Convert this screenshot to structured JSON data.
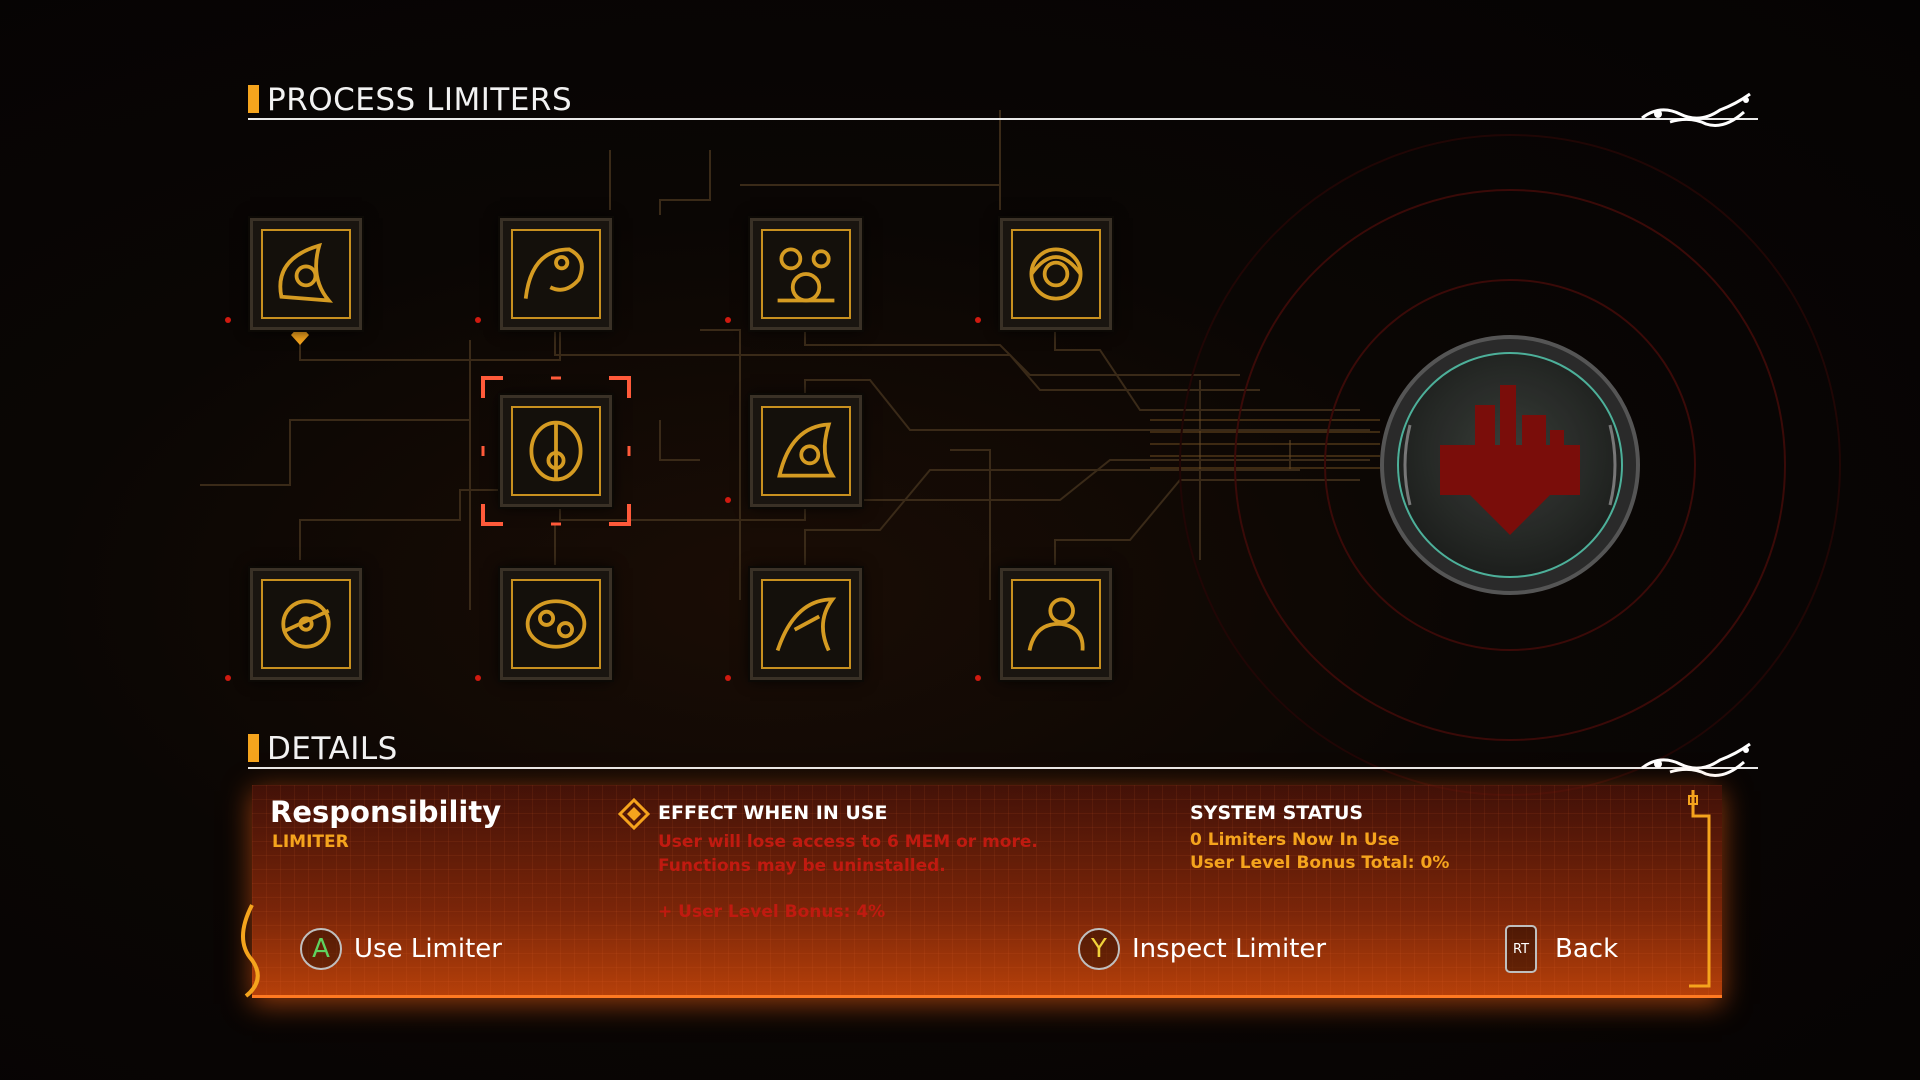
{
  "header": {
    "title": "PROCESS LIMITERS"
  },
  "limiters": [
    {
      "id": "l1"
    },
    {
      "id": "l2"
    },
    {
      "id": "l3"
    },
    {
      "id": "l4"
    },
    {
      "id": "responsibility"
    },
    {
      "id": "l6"
    },
    {
      "id": "l7"
    },
    {
      "id": "l8"
    },
    {
      "id": "l9"
    },
    {
      "id": "l10"
    }
  ],
  "details": {
    "title": "DETAILS",
    "name": "Responsibility",
    "type": "LIMITER",
    "effect_title": "EFFECT WHEN IN USE",
    "effect_lines": [
      "User will lose access to 6 MEM or more.",
      "Functions may be uninstalled.",
      "+ User Level Bonus: 4%"
    ],
    "status_title": "SYSTEM STATUS",
    "status_lines": [
      "0 Limiters Now In Use",
      "User Level Bonus Total: 0%"
    ]
  },
  "actions": {
    "use": {
      "key": "A",
      "label": "Use Limiter"
    },
    "inspect": {
      "key": "Y",
      "label": "Inspect Limiter"
    },
    "back": {
      "key": "RT",
      "label": "Back"
    }
  },
  "colors": {
    "accent": "#f5a41d",
    "gold": "#c8901f",
    "effect_red": "#c01a10",
    "panel_orange": "#ff7a22",
    "button_a": "#5fd35f",
    "button_y": "#f0d23a"
  }
}
